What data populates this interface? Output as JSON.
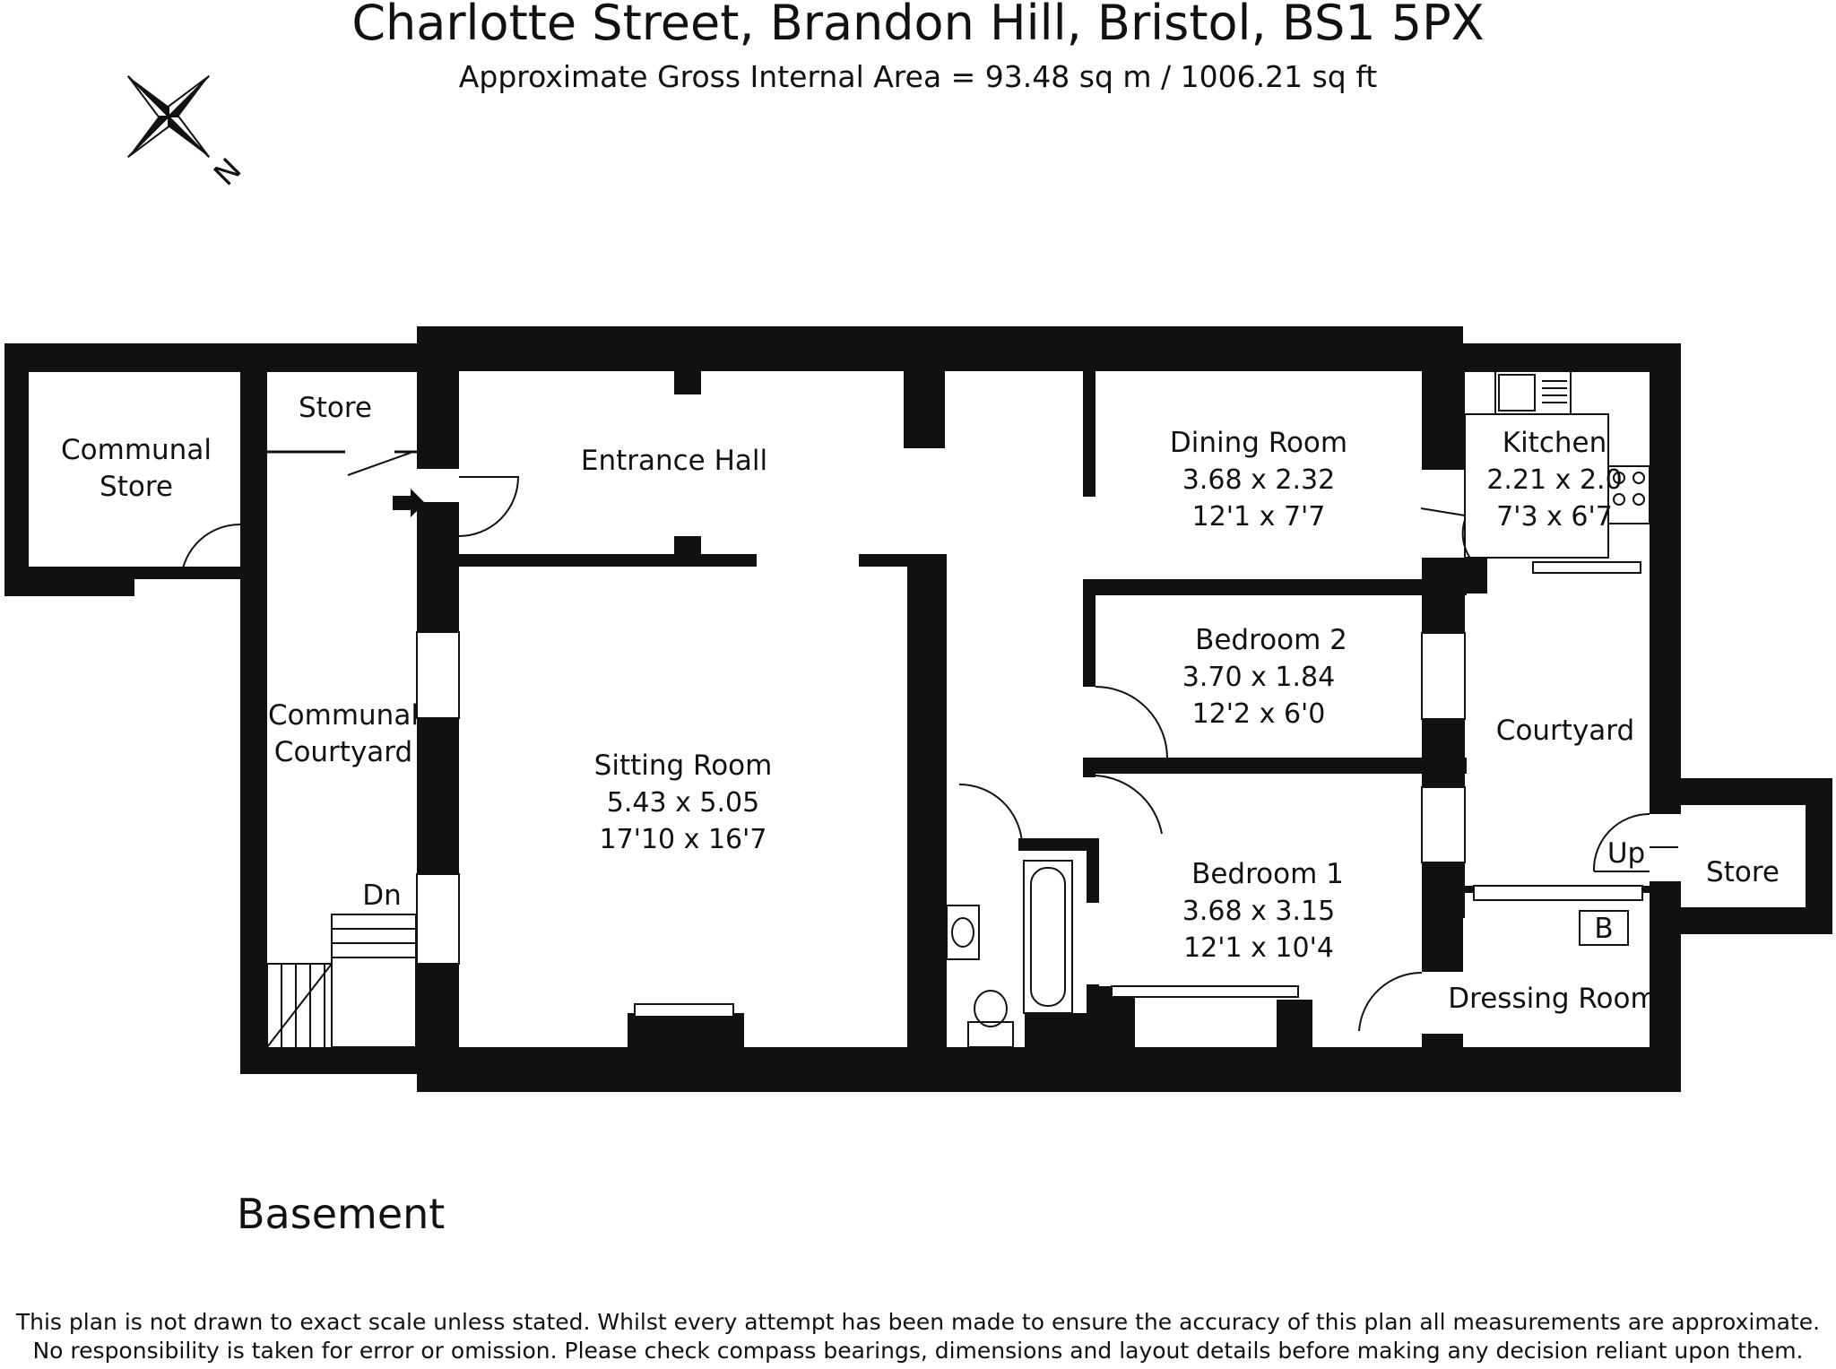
{
  "title": "Charlotte Street, Brandon Hill, Bristol, BS1 5PX",
  "subtitle": "Approximate Gross Internal Area = 93.48 sq m / 1006.21 sq ft",
  "compass": {
    "label": "N",
    "icon": "compass-rose-icon"
  },
  "floor_label": "Basement",
  "rooms": {
    "communal_store": {
      "line1": "Communal",
      "line2": "Store"
    },
    "store_top": {
      "name": "Store"
    },
    "entrance_hall": {
      "name": "Entrance Hall"
    },
    "communal_courtyard": {
      "line1": "Communal",
      "line2": "Courtyard"
    },
    "stairs_down": {
      "label": "Dn"
    },
    "sitting_room": {
      "name": "Sitting Room",
      "metric": "5.43 x 5.05",
      "imperial": "17'10 x 16'7"
    },
    "dining_room": {
      "name": "Dining Room",
      "metric": "3.68 x 2.32",
      "imperial": "12'1 x 7'7"
    },
    "kitchen": {
      "name": "Kitchen",
      "metric": "2.21 x 2.0",
      "imperial": "7'3 x 6'7"
    },
    "bedroom_2": {
      "name": "Bedroom 2",
      "metric": "3.70 x 1.84",
      "imperial": "12'2 x 6'0"
    },
    "bedroom_1": {
      "name": "Bedroom 1",
      "metric": "3.68 x 3.15",
      "imperial": "12'1 x 10'4"
    },
    "courtyard": {
      "name": "Courtyard"
    },
    "stairs_up": {
      "label": "Up"
    },
    "store_right": {
      "name": "Store"
    },
    "boiler": {
      "label": "B"
    },
    "dressing_room": {
      "name": "Dressing Room"
    }
  },
  "disclaimer": {
    "line1": "This plan is not drawn to exact scale unless stated.  Whilst every attempt has been made to ensure the accuracy of this plan all measurements are approximate.",
    "line2": "No responsibility is taken for error or omission.  Please check compass bearings, dimensions and layout details before making any decision reliant upon them."
  },
  "colors": {
    "wall": "#111111",
    "background": "#ffffff",
    "window_fill": "#ffffff"
  }
}
